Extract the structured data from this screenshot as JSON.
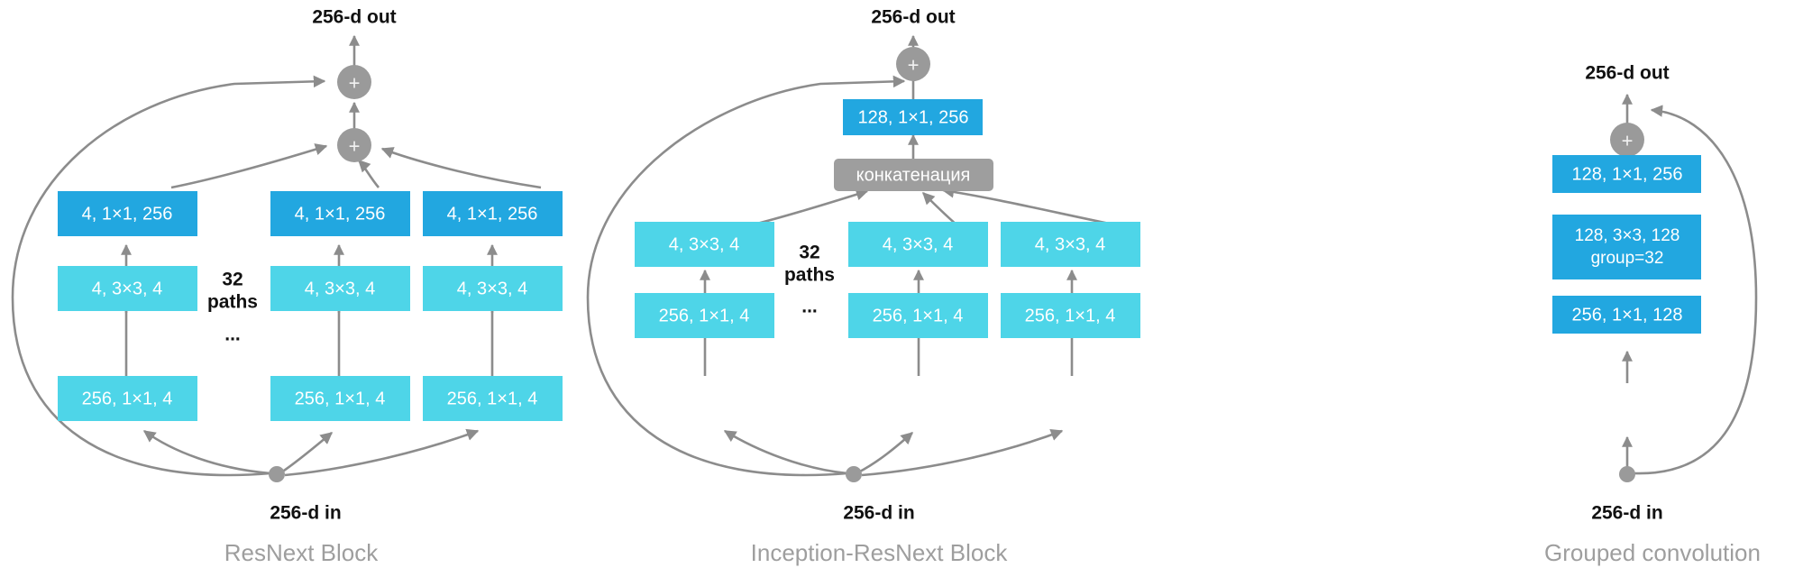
{
  "figure": {
    "title": "ResNeXt / Inception-ResNeXt / Grouped convolution block comparison",
    "colors": {
      "box_dark_blue": "#22A7E0",
      "box_light_cyan": "#4ED5E8",
      "node_gray": "#9a9a9a",
      "concat_gray": "#9e9e9e",
      "edge_gray": "#8c8c8c",
      "caption_gray": "#9e9e9e",
      "text_black": "#111111",
      "background": "#ffffff"
    }
  },
  "panels": [
    {
      "id": "resnext",
      "caption": "ResNext Block",
      "input_label": "256-d in",
      "output_label": "256-d out",
      "paths_note": {
        "count": "32",
        "word": "paths",
        "ellipsis": "..."
      },
      "adder_symbol": "+",
      "columns": [
        {
          "bottom": "256, 1×1, 4",
          "middle": "4, 3×3, 4",
          "top": "4, 1×1, 256"
        },
        {
          "bottom": "256, 1×1, 4",
          "middle": "4, 3×3, 4",
          "top": "4, 1×1, 256"
        },
        {
          "bottom": "256, 1×1, 4",
          "middle": "4, 3×3, 4",
          "top": "4, 1×1, 256"
        }
      ]
    },
    {
      "id": "inception-resnext",
      "caption": "Inception-ResNext Block",
      "input_label": "256-d in",
      "output_label": "256-d out",
      "paths_note": {
        "count": "32",
        "word": "paths",
        "ellipsis": "..."
      },
      "adder_symbol": "+",
      "concat_label": "конкатенация",
      "projection": "128, 1×1, 256",
      "columns": [
        {
          "bottom": "256, 1×1, 4",
          "middle": "4, 3×3, 4"
        },
        {
          "bottom": "256, 1×1, 4",
          "middle": "4, 3×3, 4"
        },
        {
          "bottom": "256, 1×1, 4",
          "middle": "4, 3×3, 4"
        }
      ]
    },
    {
      "id": "grouped-convolution",
      "caption": "Grouped convolution",
      "input_label": "256-d in",
      "output_label": "256-d out",
      "adder_symbol": "+",
      "stack": [
        {
          "line1": "256, 1×1, 128",
          "line2": ""
        },
        {
          "line1": "128, 3×3, 128",
          "line2": "group=32"
        },
        {
          "line1": "128, 1×1, 256",
          "line2": ""
        }
      ]
    }
  ]
}
